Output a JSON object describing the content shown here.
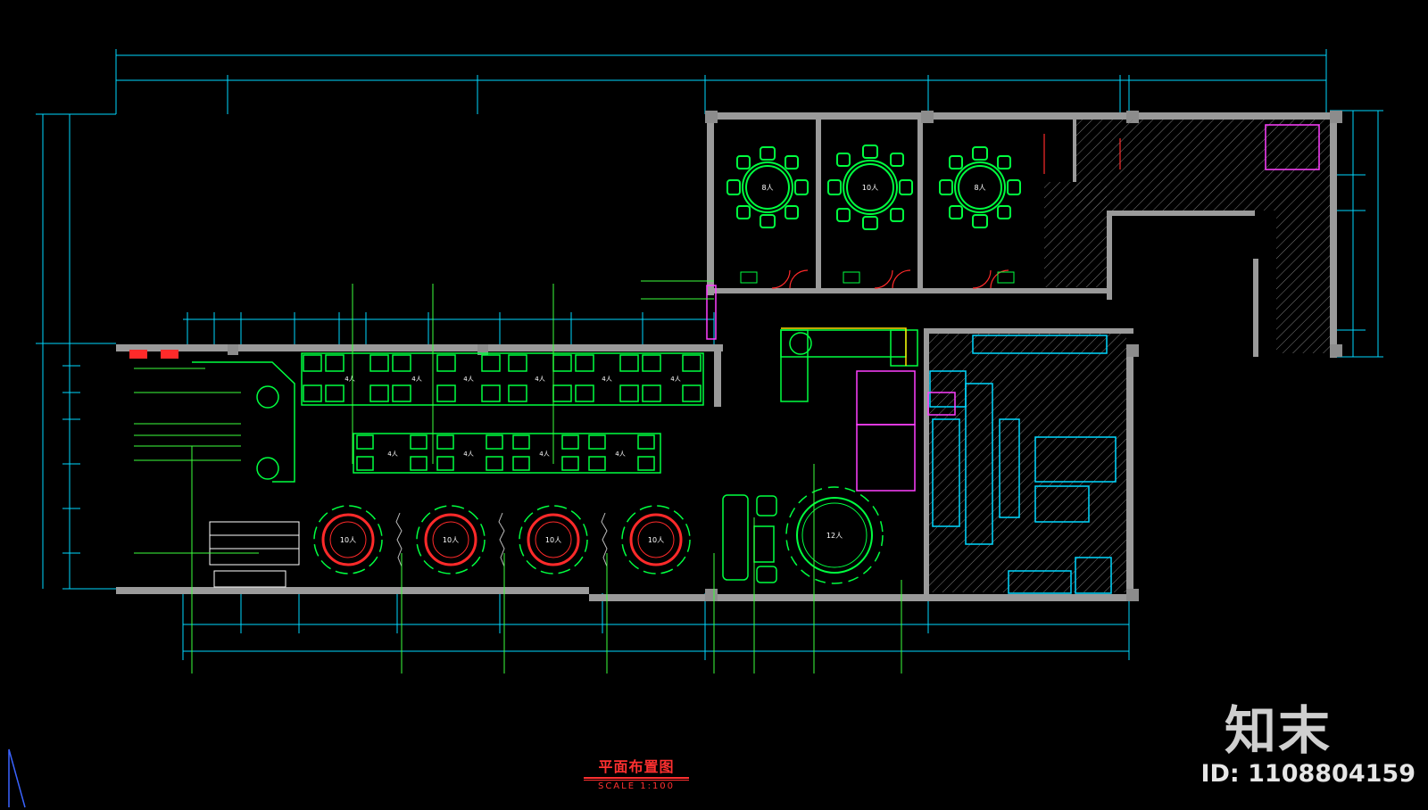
{
  "drawing": {
    "title": "平面布置图",
    "scale": "SCALE 1:100"
  },
  "watermark": {
    "brand": "知末",
    "id": "ID: 1108804159"
  },
  "rooms": {
    "private_rooms": [
      {
        "seats": "8人"
      },
      {
        "seats": "10人"
      },
      {
        "seats": "8人"
      }
    ],
    "round_tables": [
      {
        "seats": "10人"
      },
      {
        "seats": "10人"
      },
      {
        "seats": "10人"
      },
      {
        "seats": "10人"
      }
    ],
    "large_table": {
      "seats": "12人"
    },
    "booth_tables_top": [
      "4人",
      "4人",
      "4人",
      "4人",
      "4人",
      "4人"
    ],
    "booth_tables_mid": [
      "4人",
      "4人",
      "4人",
      "4人"
    ]
  },
  "colors": {
    "wall": "#9a9a9a",
    "dimension": "#00d8ff",
    "furniture": "#00ff40",
    "door": "#ff2a2a",
    "accent": "#ff40ff",
    "label": "#3cff3c",
    "text": "#ffffff"
  }
}
